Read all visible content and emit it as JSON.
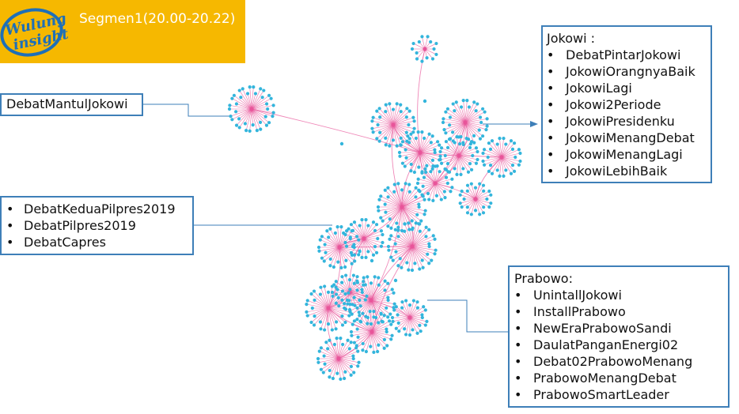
{
  "header": {
    "logo_text": "Wulung insight",
    "segment_title": "Segmen1(20.00-20.22)"
  },
  "callouts": {
    "mantul": {
      "label": "DebatMantulJokowi"
    },
    "debat": {
      "items": [
        "DebatKeduaPilpres2019",
        "DebatPilpres2019",
        "DebatCapres"
      ]
    },
    "jokowi": {
      "title": "Jokowi :",
      "items": [
        "DebatPintarJokowi",
        "JokowiOrangnyaBaik",
        "JokowiLagi",
        "Jokowi2Periode",
        "JokowiPresidenku",
        "JokowiMenangDebat",
        "JokowiMenangLagi",
        "JokowiLebihBaik"
      ]
    },
    "prabowo": {
      "title": "Prabowo:",
      "items": [
        "UnintallJokowi",
        "InstallPrabowo",
        "NewEraPrabowoSandi",
        "DaulatPanganEnergi02",
        "Debat02PrabowoMenang",
        "PrabowoMenangDebat",
        "PrabowoSmartLeader"
      ]
    }
  },
  "colors": {
    "header": "#f6b800",
    "logo_blue": "#1e6fb8",
    "box_border": "#3e7fb8",
    "node": "#33b5dc",
    "edge": "#e8559a"
  }
}
